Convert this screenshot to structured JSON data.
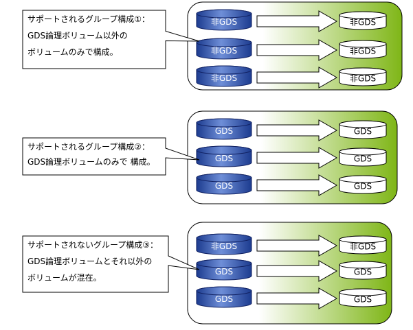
{
  "colors": {
    "panel_gradient_start": "#ffffff",
    "panel_gradient_end": "#7fb617",
    "panel_border": "#000000",
    "disk_source_light": "#6f8fd8",
    "disk_source_dark": "#1c3b8f",
    "disk_target": "#ffffff",
    "arrow_fill": "#ffffff",
    "callout_border": "#000000"
  },
  "groups": [
    {
      "callout_lines": [
        "サポートされるグループ構成①：",
        "GDS論理ボリューム以外の",
        "ボリュームのみで構成。"
      ],
      "rows": [
        {
          "source": "非GDS",
          "target": "非GDS"
        },
        {
          "source": "非GDS",
          "target": "非GDS"
        },
        {
          "source": "非GDS",
          "target": "非GDS"
        }
      ]
    },
    {
      "callout_lines": [
        "サポートされるグループ構成②：",
        "GDS論理ボリュームのみで 構成。"
      ],
      "rows": [
        {
          "source": "GDS",
          "target": "GDS"
        },
        {
          "source": "GDS",
          "target": "GDS"
        },
        {
          "source": "GDS",
          "target": "GDS"
        }
      ]
    },
    {
      "callout_lines": [
        "サポートされないグループ構成③：",
        "GDS論理ボリュームとそれ以外の",
        "ボリュームが混在。"
      ],
      "rows": [
        {
          "source": "非GDS",
          "target": "非GDS"
        },
        {
          "source": "GDS",
          "target": "GDS"
        },
        {
          "source": "GDS",
          "target": "GDS"
        }
      ]
    }
  ]
}
